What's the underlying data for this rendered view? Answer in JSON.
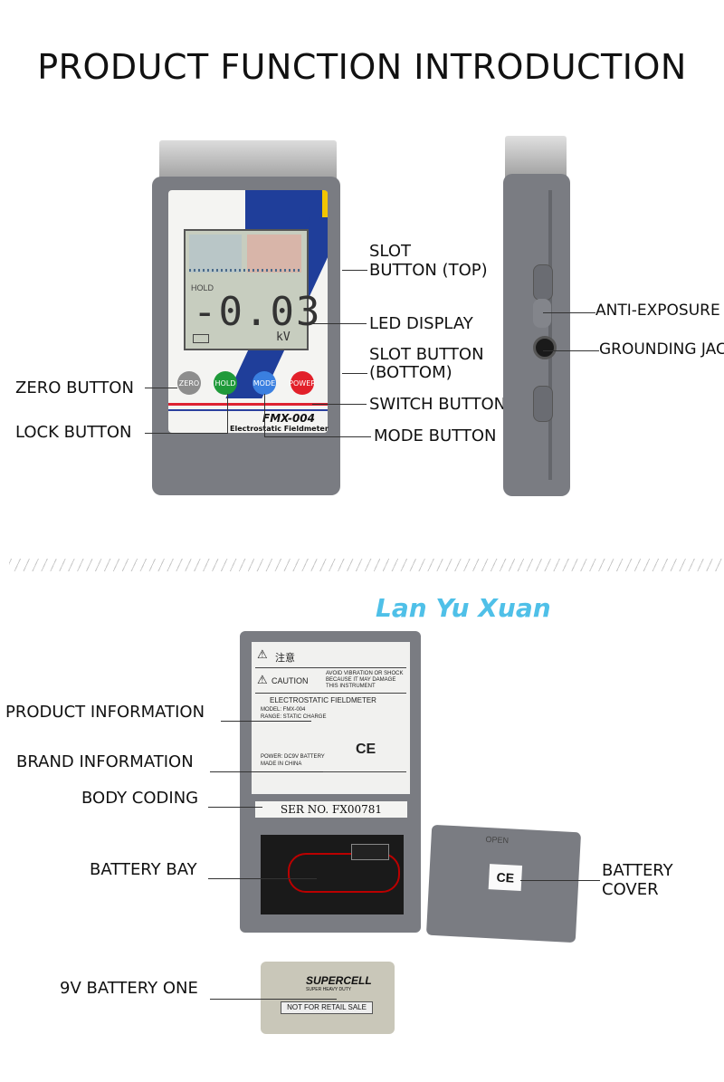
{
  "title": "PRODUCT FUNCTION INTRODUCTION",
  "front_labels": {
    "slot_button_top_1": "SLOT",
    "slot_button_top_2": "BUTTON (TOP)",
    "led_display": "LED DISPLAY",
    "slot_button_bottom_1": "SLOT BUTTON",
    "slot_button_bottom_2": "(BOTTOM)",
    "switch_button": "SWITCH BUTTON",
    "mode_button": "MODE BUTTON",
    "zero_button": "ZERO BUTTON",
    "lock_button": "LOCK BUTTON"
  },
  "side_labels": {
    "anti_exposure": "ANTI-EXPOSURE",
    "grounding_jack": "GROUNDING JACK"
  },
  "device_front": {
    "lcd_hold": "HOLD",
    "lcd_value": "-0.03",
    "lcd_unit": "kV",
    "buttons": [
      "ZERO",
      "HOLD",
      "MODE",
      "POWER"
    ],
    "model": "FMX-004",
    "subtitle": "Electrostatic Fieldmeter"
  },
  "watermark": "Lan Yu Xuan",
  "back_labels": {
    "product_information": "PRODUCT INFORMATION",
    "brand_information": "BRAND INFORMATION",
    "body_coding": "BODY CODING",
    "battery_bay": "BATTERY BAY",
    "battery_cover_1": "BATTERY",
    "battery_cover_2": "COVER",
    "battery_one": "9V BATTERY ONE"
  },
  "back_sticker": {
    "notice_cn": "注意",
    "caution": "CAUTION",
    "caution_text": "AVOID VIBRATION OR SHOCK BECAUSE IT MAY DAMAGE THIS INSTRUMENT",
    "heading": "ELECTROSTATIC FIELDMETER",
    "model_line": "MODEL: FMX-004",
    "range_line": "RANGE: STATIC CHARGE",
    "power_line": "POWER: DC9V BATTERY",
    "made_line": "MADE IN CHINA",
    "ce_mark": "CE",
    "serial": "SER NO. FX00781"
  },
  "battery": {
    "brand": "SUPERCELL",
    "sub": "SUPER HEAVY DUTY",
    "sale": "NOT FOR RETAIL SALE"
  },
  "cover": {
    "open": "OPEN",
    "ce": "CE"
  }
}
